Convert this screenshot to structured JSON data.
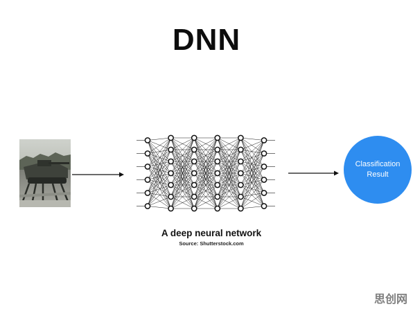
{
  "title": "DNN",
  "input": {
    "image_icon": "tank-photo"
  },
  "network": {
    "caption": "A deep neural network",
    "source": "Source: Shutterstock.com",
    "layers": [
      6,
      7,
      7,
      7,
      7,
      6
    ],
    "colors": {
      "node_fill": "#ffffff",
      "node_stroke": "#111111",
      "edge": "#1a1a1a"
    }
  },
  "result": {
    "line1": "Classification",
    "line2": "Result",
    "color": "#2e8df0"
  },
  "watermark": "思创网"
}
